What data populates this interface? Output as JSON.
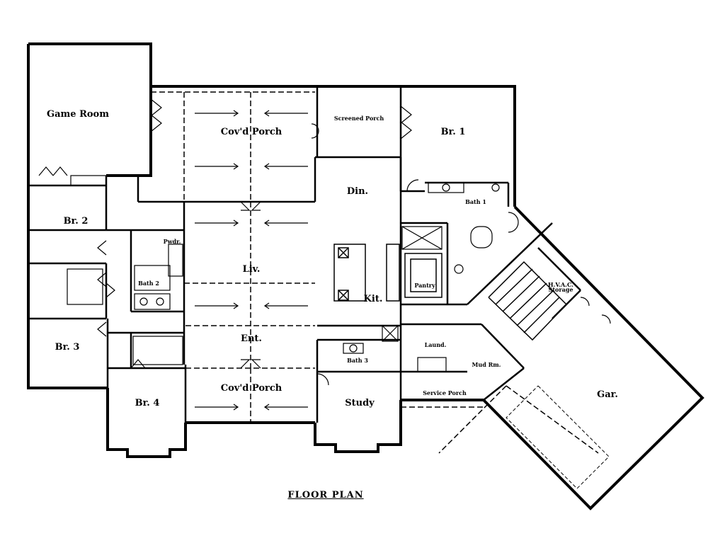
{
  "plan_title": "FLOOR PLAN",
  "rooms": {
    "game_room": "Game Room",
    "covd_porch_top": "Cov'd Porch",
    "screened_porch": "Screened Porch",
    "br1": "Br. 1",
    "bath1": "Bath 1",
    "br2": "Br. 2",
    "pwdr": "Pwdr.",
    "bath2": "Bath 2",
    "liv": "Liv.",
    "din": "Din.",
    "kit": "Kit.",
    "pantry": "Pantry",
    "hvac": "H.V.A.C.",
    "storage": "Storage",
    "br3": "Br. 3",
    "ent": "Ent.",
    "bath3": "Bath 3",
    "laund": "Laund.",
    "mud_rm": "Mud Rm.",
    "br4": "Br. 4",
    "covd_porch_bottom": "Cov'd Porch",
    "study": "Study",
    "service_porch": "Service Porch",
    "gar": "Gar."
  },
  "colors": {
    "ink": "#000000",
    "paper": "#ffffff"
  }
}
